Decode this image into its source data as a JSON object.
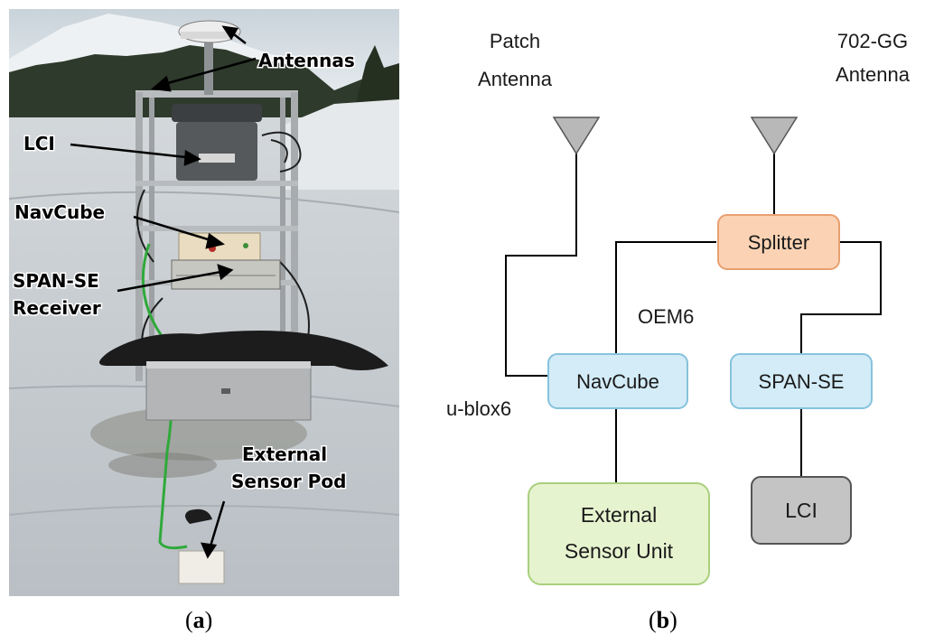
{
  "photo": {
    "labels": {
      "antennas": "Antennas",
      "lci": "LCI",
      "navcube": "NavCube",
      "span_se_line1": "SPAN-SE",
      "span_se_line2": "Receiver",
      "ext_pod_line1": "External",
      "ext_pod_line2": "Sensor Pod"
    }
  },
  "diagram": {
    "antenna_labels": {
      "patch_line1": "Patch",
      "patch_line2": "Antenna",
      "gg_line1": "702-GG",
      "gg_line2": "Antenna"
    },
    "boxes": {
      "splitter": "Splitter",
      "navcube": "NavCube",
      "span_se": "SPAN-SE",
      "ext_sensor_line1": "External",
      "ext_sensor_line2": "Sensor Unit",
      "lci": "LCI"
    },
    "annotations": {
      "oem6": "OEM6",
      "ublox6": "u-blox6"
    },
    "colors": {
      "splitter_fill": "#fbd3b4",
      "splitter_stroke": "#e8a070",
      "blue_fill": "#d3ecf7",
      "blue_stroke": "#86c3dc",
      "green_fill": "#e6f3cf",
      "green_stroke": "#a9cf7d",
      "gray_fill": "#c4c4c4",
      "gray_stroke": "#555555"
    }
  },
  "captions": {
    "a": "a",
    "b": "b"
  }
}
